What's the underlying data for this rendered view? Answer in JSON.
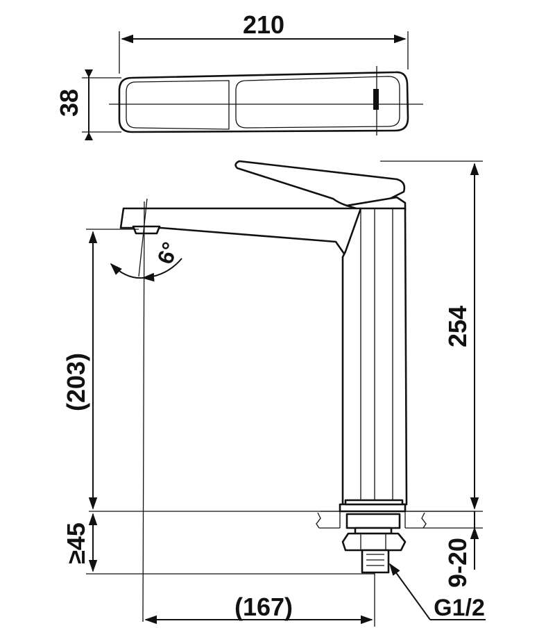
{
  "dimensions": {
    "width_top": "210",
    "depth_top": "38",
    "total_height": "254",
    "spout_height": "(203)",
    "deck_thickness": "≥45",
    "deck_range": "9-20",
    "reach": "(167)",
    "angle": "6°",
    "thread": "G1/2"
  },
  "colors": {
    "line": "#111111",
    "background": "#ffffff"
  }
}
